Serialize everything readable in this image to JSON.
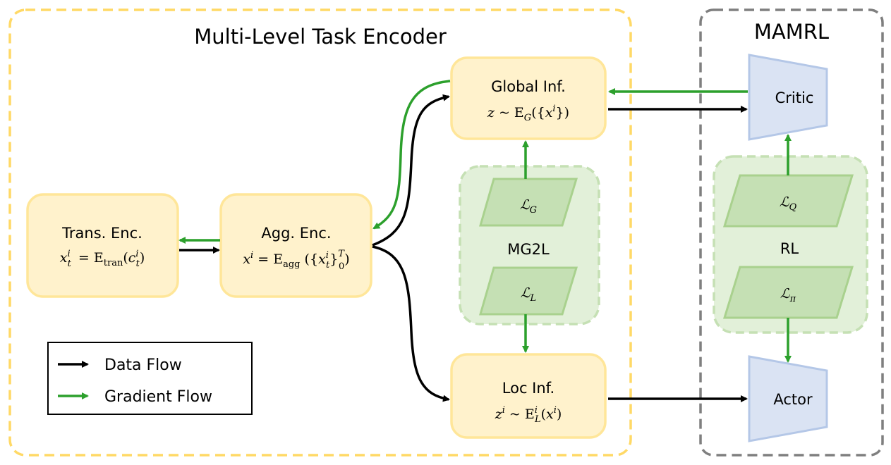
{
  "groups": {
    "encoder": {
      "title": "Multi-Level Task Encoder",
      "border_color": "#ffd966"
    },
    "mamrl": {
      "title": "MAMRL",
      "border_color": "#7f7f7f"
    }
  },
  "nodes": {
    "trans_enc": {
      "label": "Trans. Enc.",
      "formula": {
        "lhs": "x",
        "lhs_sup": "i",
        "lhs_sub": "t",
        "op": "=",
        "fn": "E",
        "fn_sub": "tran",
        "arg": "c",
        "arg_sup": "i",
        "arg_sub": "t"
      }
    },
    "agg_enc": {
      "label": "Agg. Enc.",
      "formula": {
        "lhs": "x",
        "lhs_sup": "i",
        "op": "=",
        "fn": "E",
        "fn_sub": "agg",
        "arg": "x",
        "arg_sup": "i",
        "arg_sub": "t",
        "range_sup": "T",
        "range_sub": "0"
      }
    },
    "global_inf": {
      "label": "Global Inf.",
      "formula": {
        "lhs": "z",
        "op": "~",
        "fn": "E",
        "fn_sub": "G",
        "arg": "x",
        "arg_sup": "i"
      }
    },
    "loc_inf": {
      "label": "Loc Inf.",
      "formula": {
        "lhs": "z",
        "lhs_sup": "i",
        "op": "~",
        "fn": "E",
        "fn_sup": "i",
        "fn_sub": "L",
        "arg": "x",
        "arg_sup": "i"
      }
    },
    "critic": {
      "label": "Critic"
    },
    "actor": {
      "label": "Actor"
    }
  },
  "loss_groups": {
    "mg2l": {
      "label": "MG2L",
      "losses": [
        {
          "symbol": "ℒ",
          "sub": "G"
        },
        {
          "symbol": "ℒ",
          "sub": "L"
        }
      ]
    },
    "rl": {
      "label": "RL",
      "losses": [
        {
          "symbol": "ℒ",
          "sub": "Q"
        },
        {
          "symbol": "ℒ",
          "sub": "π"
        }
      ]
    }
  },
  "legend": {
    "items": [
      {
        "label": "Data Flow",
        "color": "#000000"
      },
      {
        "label": "Gradient Flow",
        "color": "#2ca02c"
      }
    ]
  },
  "colors": {
    "node_fill": "#fff2cc",
    "node_stroke": "#ffe699",
    "actor_critic_fill": "#dae3f3",
    "actor_critic_stroke": "#b4c7e7",
    "loss_group_fill": "#e2f0d9",
    "loss_group_stroke": "#c5e0b4",
    "loss_fill": "#c5e0b4",
    "loss_stroke": "#a9d18e",
    "data_flow": "#000000",
    "gradient_flow": "#2ca02c"
  }
}
